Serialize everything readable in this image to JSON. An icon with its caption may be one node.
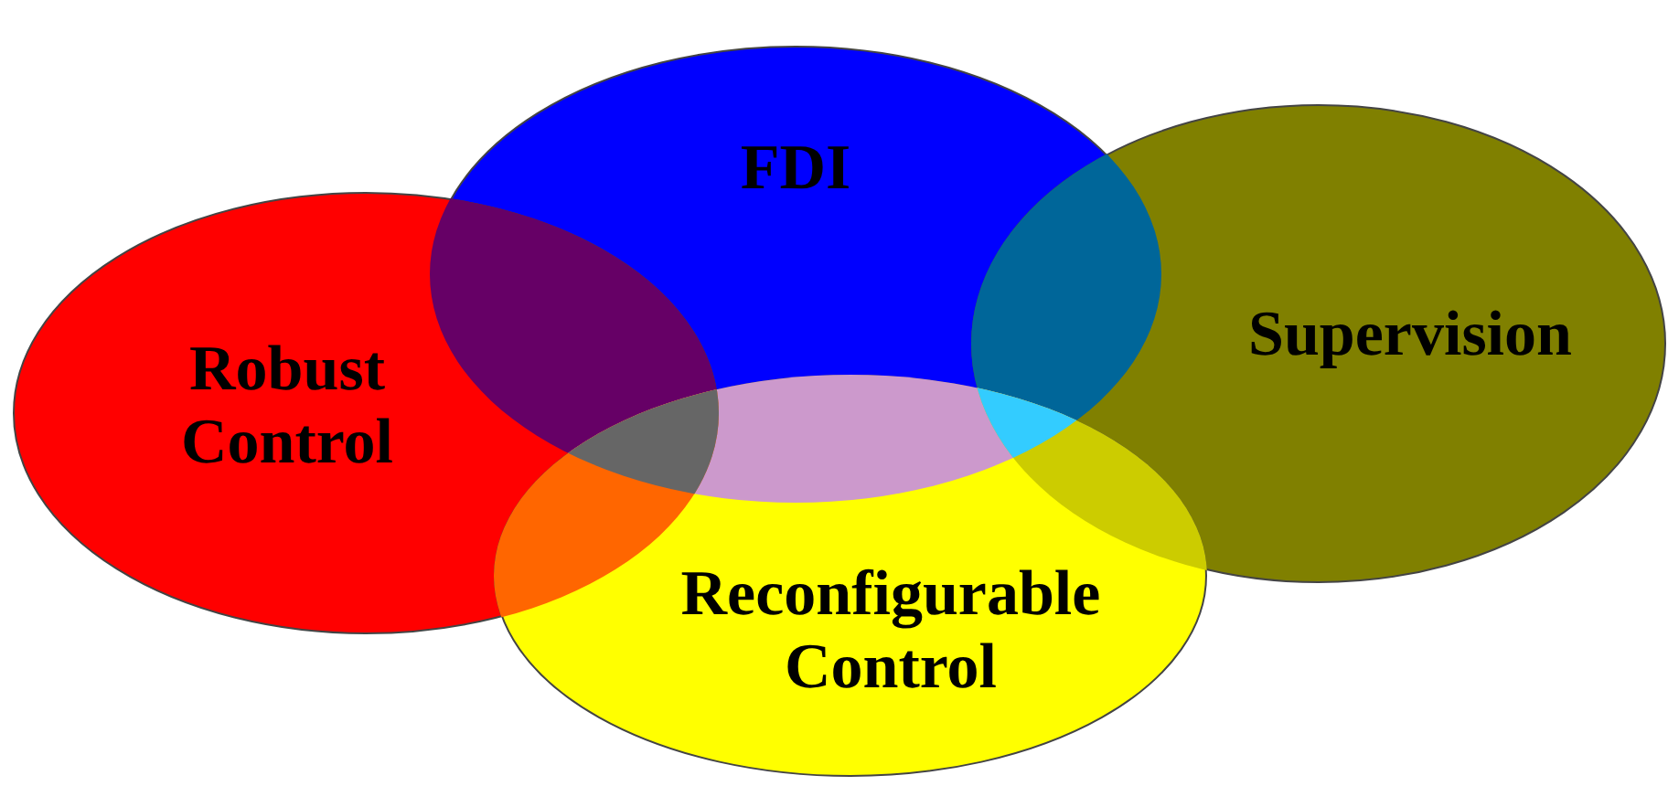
{
  "diagram": {
    "nodes": [
      {
        "text": [
          "FDI"
        ]
      },
      {
        "text": [
          "Robust Control"
        ]
      },
      {
        "text": [
          "Supervision"
        ]
      },
      {
        "text": [
          "Reconfigurable Control"
        ]
      }
    ]
  }
}
